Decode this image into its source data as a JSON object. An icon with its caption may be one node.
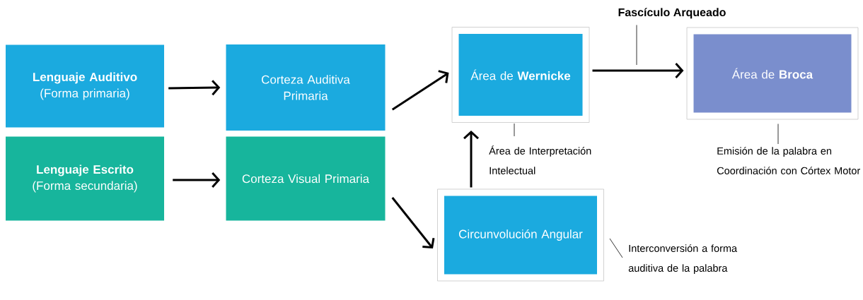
{
  "diagram": {
    "nodes": [
      {
        "text": [
          "**Lenguaje Auditivo** (Forma primaria)"
        ]
      },
      {
        "text": [
          "**Lenguaje Escrito** (Forma secundaria)"
        ]
      },
      {
        "text": [
          "Corteza Auditiva Primaria"
        ]
      },
      {
        "text": [
          "Corteza Visual Primaria"
        ]
      },
      {
        "text": [
          "Área de **Wernicke**"
        ]
      },
      {
        "text": [
          "Área de **Broca**"
        ]
      },
      {
        "text": [
          "Circunvolución Angular"
        ]
      },
      {
        "text": [
          "Fascículo Arqueado"
        ]
      },
      {
        "text": [
          "Área de Interpretación Intelectual"
        ]
      },
      {
        "text": [
          "Emisión de la palabra en Coordinación con Córtex Motor"
        ]
      },
      {
        "text": [
          "Interconversión a forma auditiva de la palabra"
        ]
      }
    ],
    "edges": [
      {
        "from": 0,
        "to": 2,
        "arrow": "to"
      },
      {
        "from": 1,
        "to": 3,
        "arrow": "to"
      },
      {
        "from": 2,
        "to": 4,
        "arrow": "to"
      },
      {
        "from": 3,
        "to": 6,
        "arrow": "to"
      },
      {
        "from": 6,
        "to": 4,
        "arrow": "to"
      },
      {
        "from": 4,
        "to": 5,
        "arrow": "to"
      },
      {
        "from": 7,
        "to": null,
        "arrow": "none"
      },
      {
        "from": 8,
        "to": 4,
        "arrow": "none"
      },
      {
        "from": 9,
        "to": 5,
        "arrow": "none"
      },
      {
        "from": 10,
        "to": 6,
        "arrow": "none"
      }
    ]
  }
}
